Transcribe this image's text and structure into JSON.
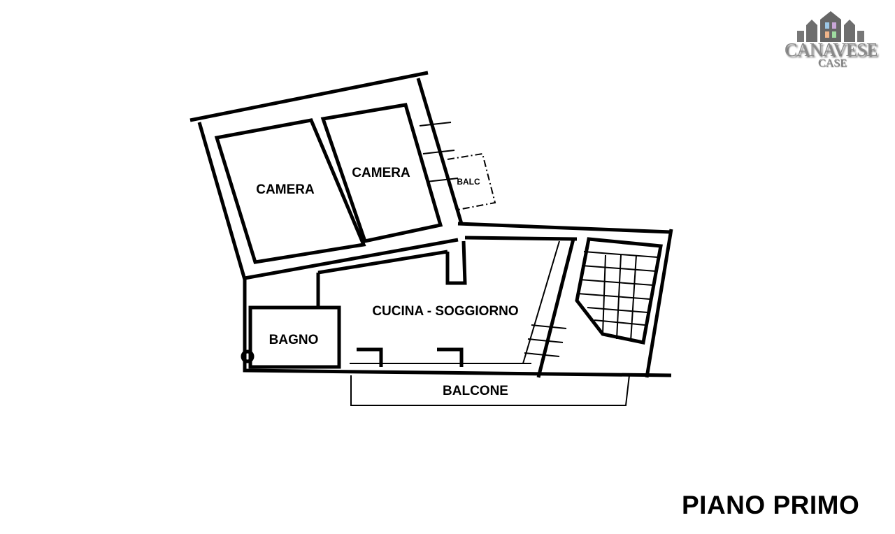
{
  "plan": {
    "rooms": {
      "camera_1": "CAMERA",
      "camera_2": "CAMERA",
      "balc": "BALC",
      "cucina_soggiorno": "CUCINA - SOGGIORNO",
      "bagno": "BAGNO",
      "balcone": "BALCONE"
    },
    "title": "PIANO PRIMO"
  },
  "logo": {
    "name": "CANAVESE",
    "sub": "CASE"
  },
  "colors": {
    "lines": "#000000",
    "logo_grey": "#8a8a8a"
  }
}
